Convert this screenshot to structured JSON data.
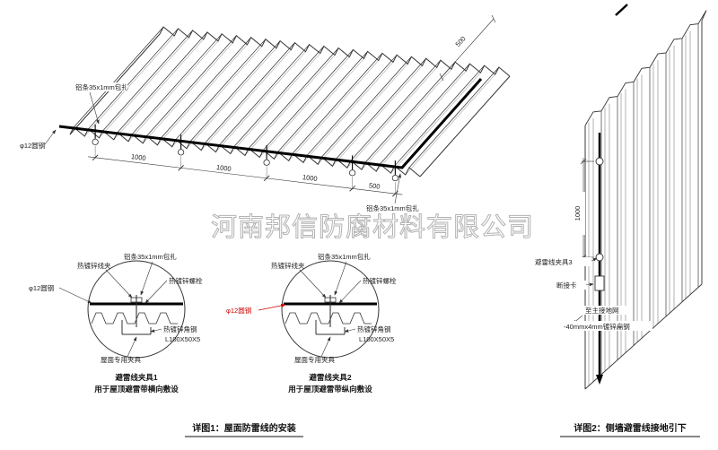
{
  "watermark": "河南邦信防腐材料有限公司",
  "roof": {
    "label_alu_top": "铝条35x1mm包扎",
    "label_alu_right": "铝条35x1mm包扎",
    "label_round_steel": "φ12圆钢",
    "dims": [
      "1000",
      "1000",
      "1000",
      "500"
    ],
    "dim_right": "500"
  },
  "detail1": {
    "labels": {
      "wire_clip": "热镀锌线夹",
      "alu_strip": "铝条35x1mm包扎",
      "bolt": "热镀锌螺栓",
      "round_steel": "φ12圆钢",
      "angle_steel": "热镀锌角钢",
      "angle_spec": "L100X50X5",
      "roof_fixture": "屋面专用夹具"
    },
    "title": "避雷线夹具1",
    "subtitle": "用于屋顶避雷带横向敷设"
  },
  "detail2": {
    "labels": {
      "wire_clip": "热镀锌线夹",
      "alu_strip": "铝条35x1mm包扎",
      "bolt": "热镀锌螺栓",
      "round_steel": "φ12圆钢",
      "angle_steel": "热镀锌角钢",
      "angle_spec": "L100X50X5",
      "roof_fixture": "屋面专用夹具"
    },
    "title": "避雷线夹具2",
    "subtitle": "用于屋顶避雷带纵向敷设"
  },
  "wall": {
    "dim": "1000",
    "label_clamp": "避雷线夹具3",
    "label_disconnect": "断接卡",
    "label_ground": "至主接地网",
    "label_flat_steel": "-40mmx4mm镀锌扁钢"
  },
  "captions": {
    "fig1": "详图1：屋面防雷线的安装",
    "fig2": "详图2：侧墙避雷线接地引下"
  },
  "colors": {
    "line": "#333333",
    "red": "#cc0000",
    "watermark": "#b3b3b3"
  }
}
